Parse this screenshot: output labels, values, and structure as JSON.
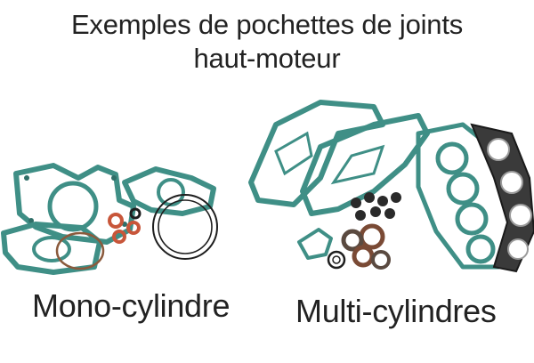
{
  "title": {
    "line1": "Exemples de pochettes de joints",
    "line2": "haut-moteur"
  },
  "captions": {
    "left": "Mono-cylindre",
    "right": "Multi-cylindres"
  },
  "colors": {
    "gasket_teal": "#3f8f86",
    "gasket_edge": "#2f6f68",
    "gasket_dark": "#2a2a2a",
    "seal_orange": "#c8563a",
    "seal_black": "#1e1e1e",
    "text": "#222222"
  }
}
